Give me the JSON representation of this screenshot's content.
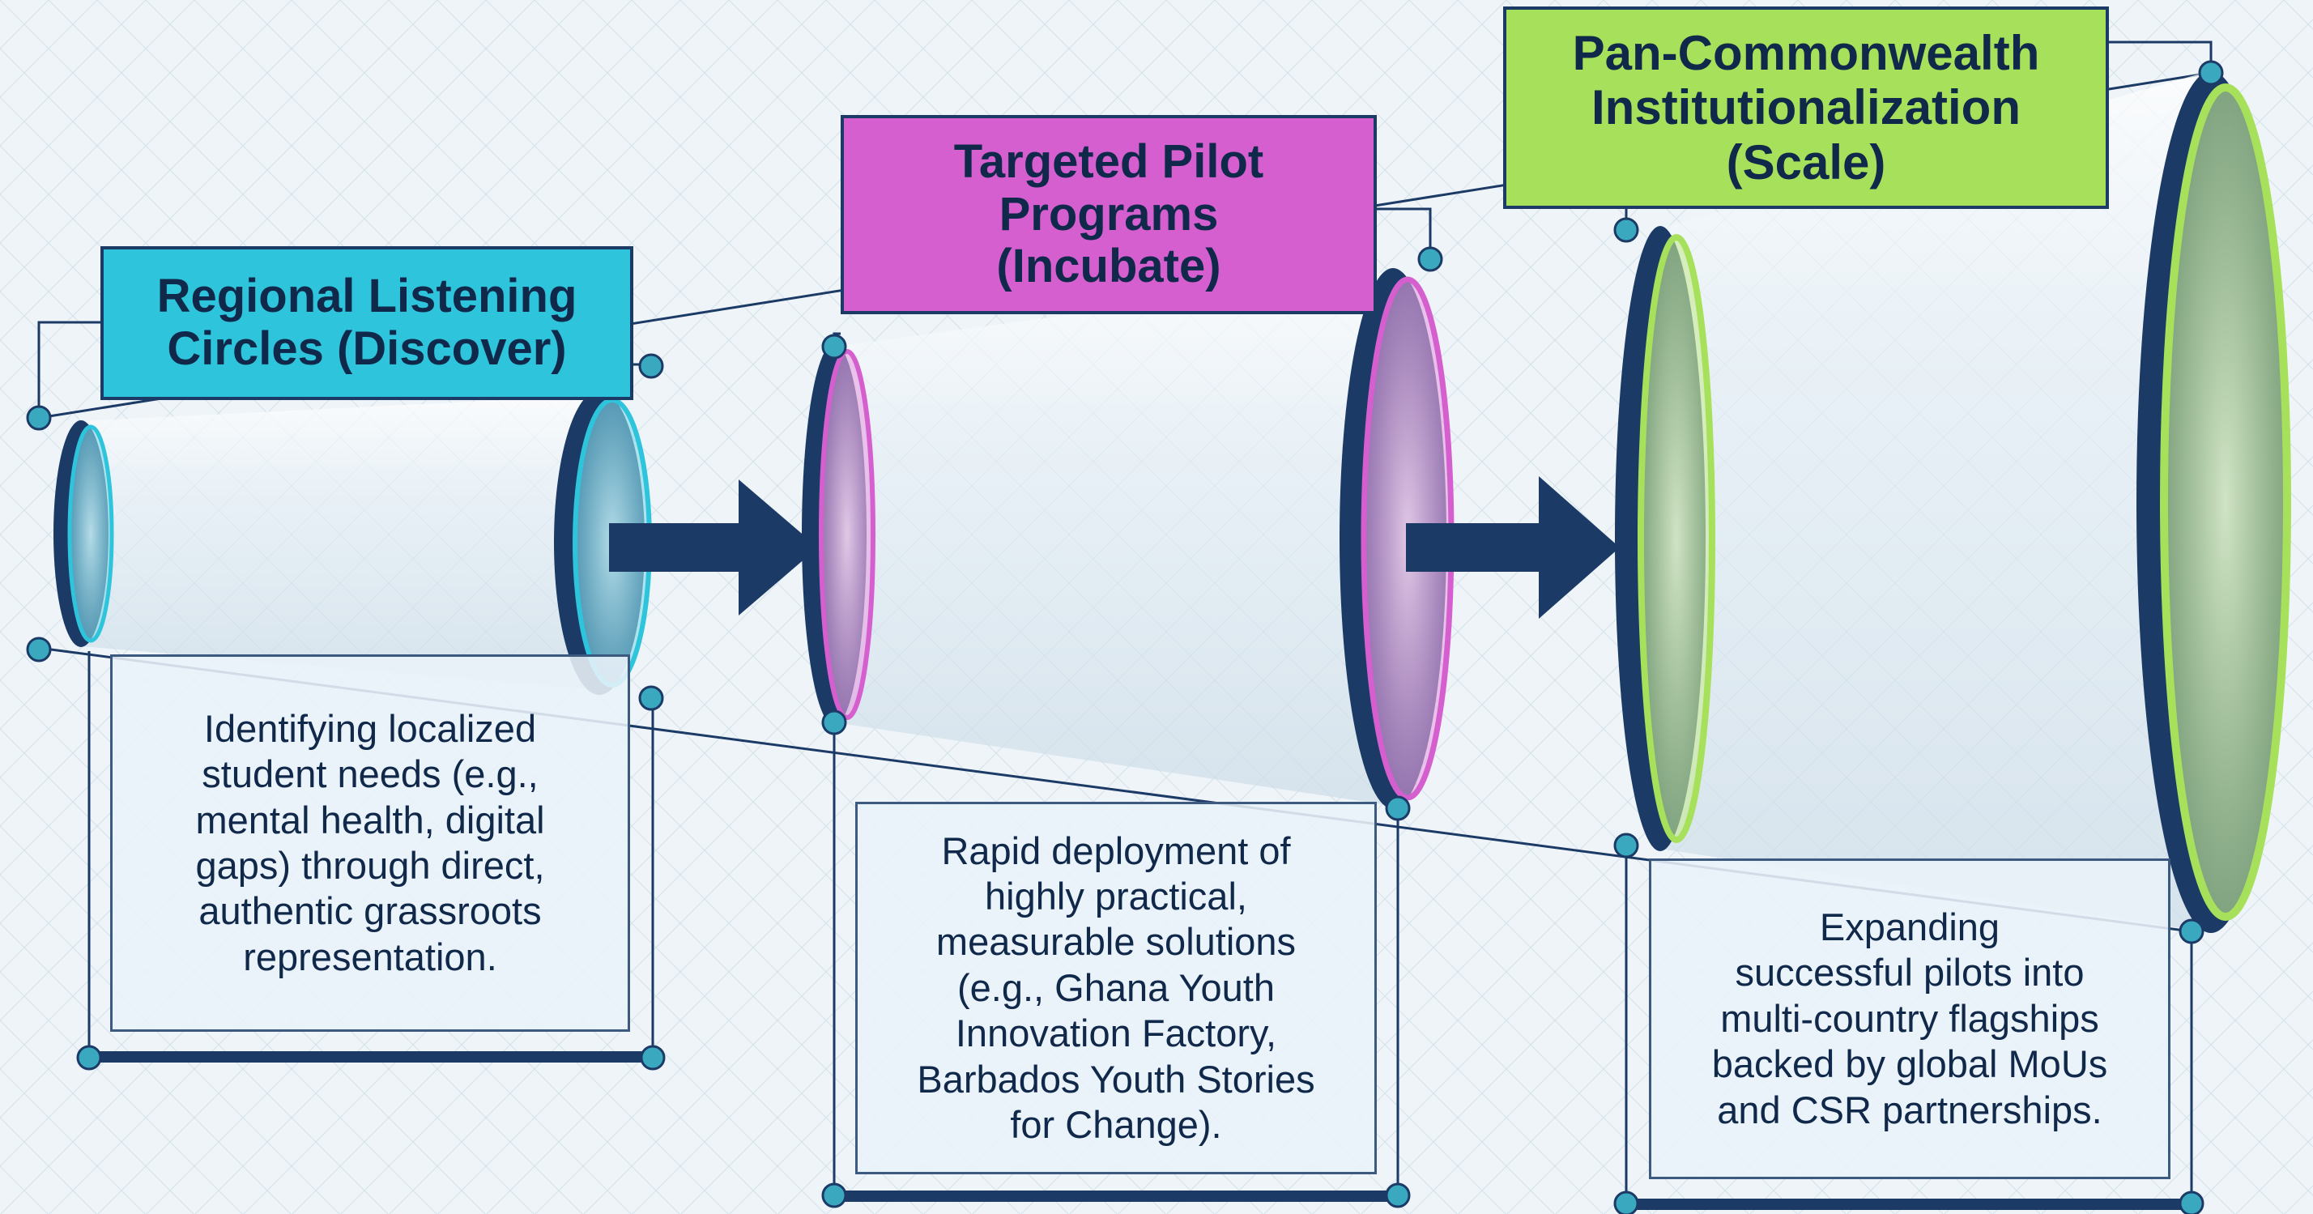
{
  "stages": [
    {
      "title_lines": [
        "Regional Listening",
        "Circles (Discover)"
      ],
      "description_lines": [
        "Identifying localized",
        "student needs (e.g.,",
        "mental health, digital",
        "gaps) through direct,",
        "authentic grassroots",
        "representation."
      ],
      "accent_color": "#2ec4dc",
      "ring_color": "#7fd8e8"
    },
    {
      "title_lines": [
        "Targeted Pilot",
        "Programs",
        "(Incubate)"
      ],
      "description_lines": [
        "Rapid deployment of",
        "highly practical,",
        "measurable solutions",
        "(e.g., Ghana Youth",
        "Innovation Factory,",
        "Barbados Youth Stories",
        "for Change)."
      ],
      "accent_color": "#d65fd0",
      "ring_color": "#e59ee0"
    },
    {
      "title_lines": [
        "Pan-Commonwealth",
        "Institutionalization",
        "(Scale)"
      ],
      "description_lines": [
        "Expanding",
        "successful pilots into",
        "multi-country flagships",
        "backed by global MoUs",
        "and CSR partnerships."
      ],
      "accent_color": "#a7e05a",
      "ring_color": "#b8eb6e"
    }
  ],
  "colors": {
    "navy": "#1c3a66",
    "connector_dot": "#3aa9c0",
    "background": "#eef4f8"
  },
  "icons": [
    "right-arrow-icon",
    "right-arrow-icon"
  ]
}
